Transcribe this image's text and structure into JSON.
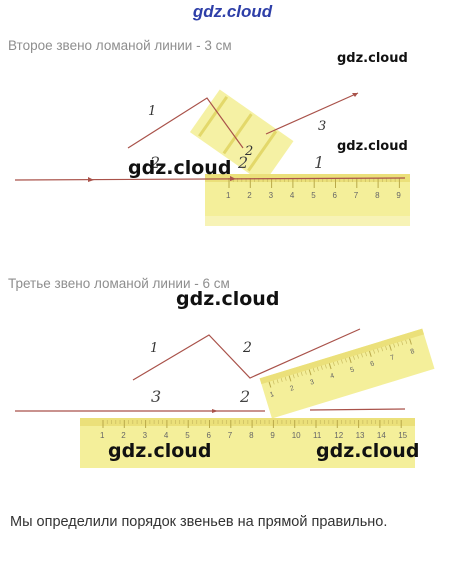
{
  "header": {
    "site_name": "gdz.cloud"
  },
  "sections": [
    {
      "caption": "Второе звено ломаной линии - 3 см",
      "segment_labels": [
        "1",
        "2",
        "3"
      ],
      "line_labels": [
        "2",
        "2",
        "1"
      ],
      "ruler_ticks": [
        "1",
        "2",
        "3",
        "4",
        "5",
        "6",
        "7",
        "8",
        "9"
      ]
    },
    {
      "caption": "Третье звено ломаной линии - 6 см",
      "segment_labels": [
        "1",
        "2"
      ],
      "line_labels": [
        "3",
        "2"
      ],
      "ruler_ticks": [
        "1",
        "2",
        "3",
        "4",
        "5",
        "6",
        "7",
        "8",
        "9",
        "10",
        "11",
        "12",
        "13",
        "14",
        "15"
      ]
    }
  ],
  "watermarks": [
    "gdz.cloud",
    "gdz.cloud",
    "gdz.cloud",
    "gdz.cloud",
    "gdz.cloud",
    "gdz.cloud"
  ],
  "conclusion": "Мы определили порядок звеньев на прямой правильно.",
  "colors": {
    "line": "#a9524a",
    "ruler": "#f4ef9a",
    "ruler_edge": "#e3d86a",
    "title": "#2e3fa8"
  }
}
